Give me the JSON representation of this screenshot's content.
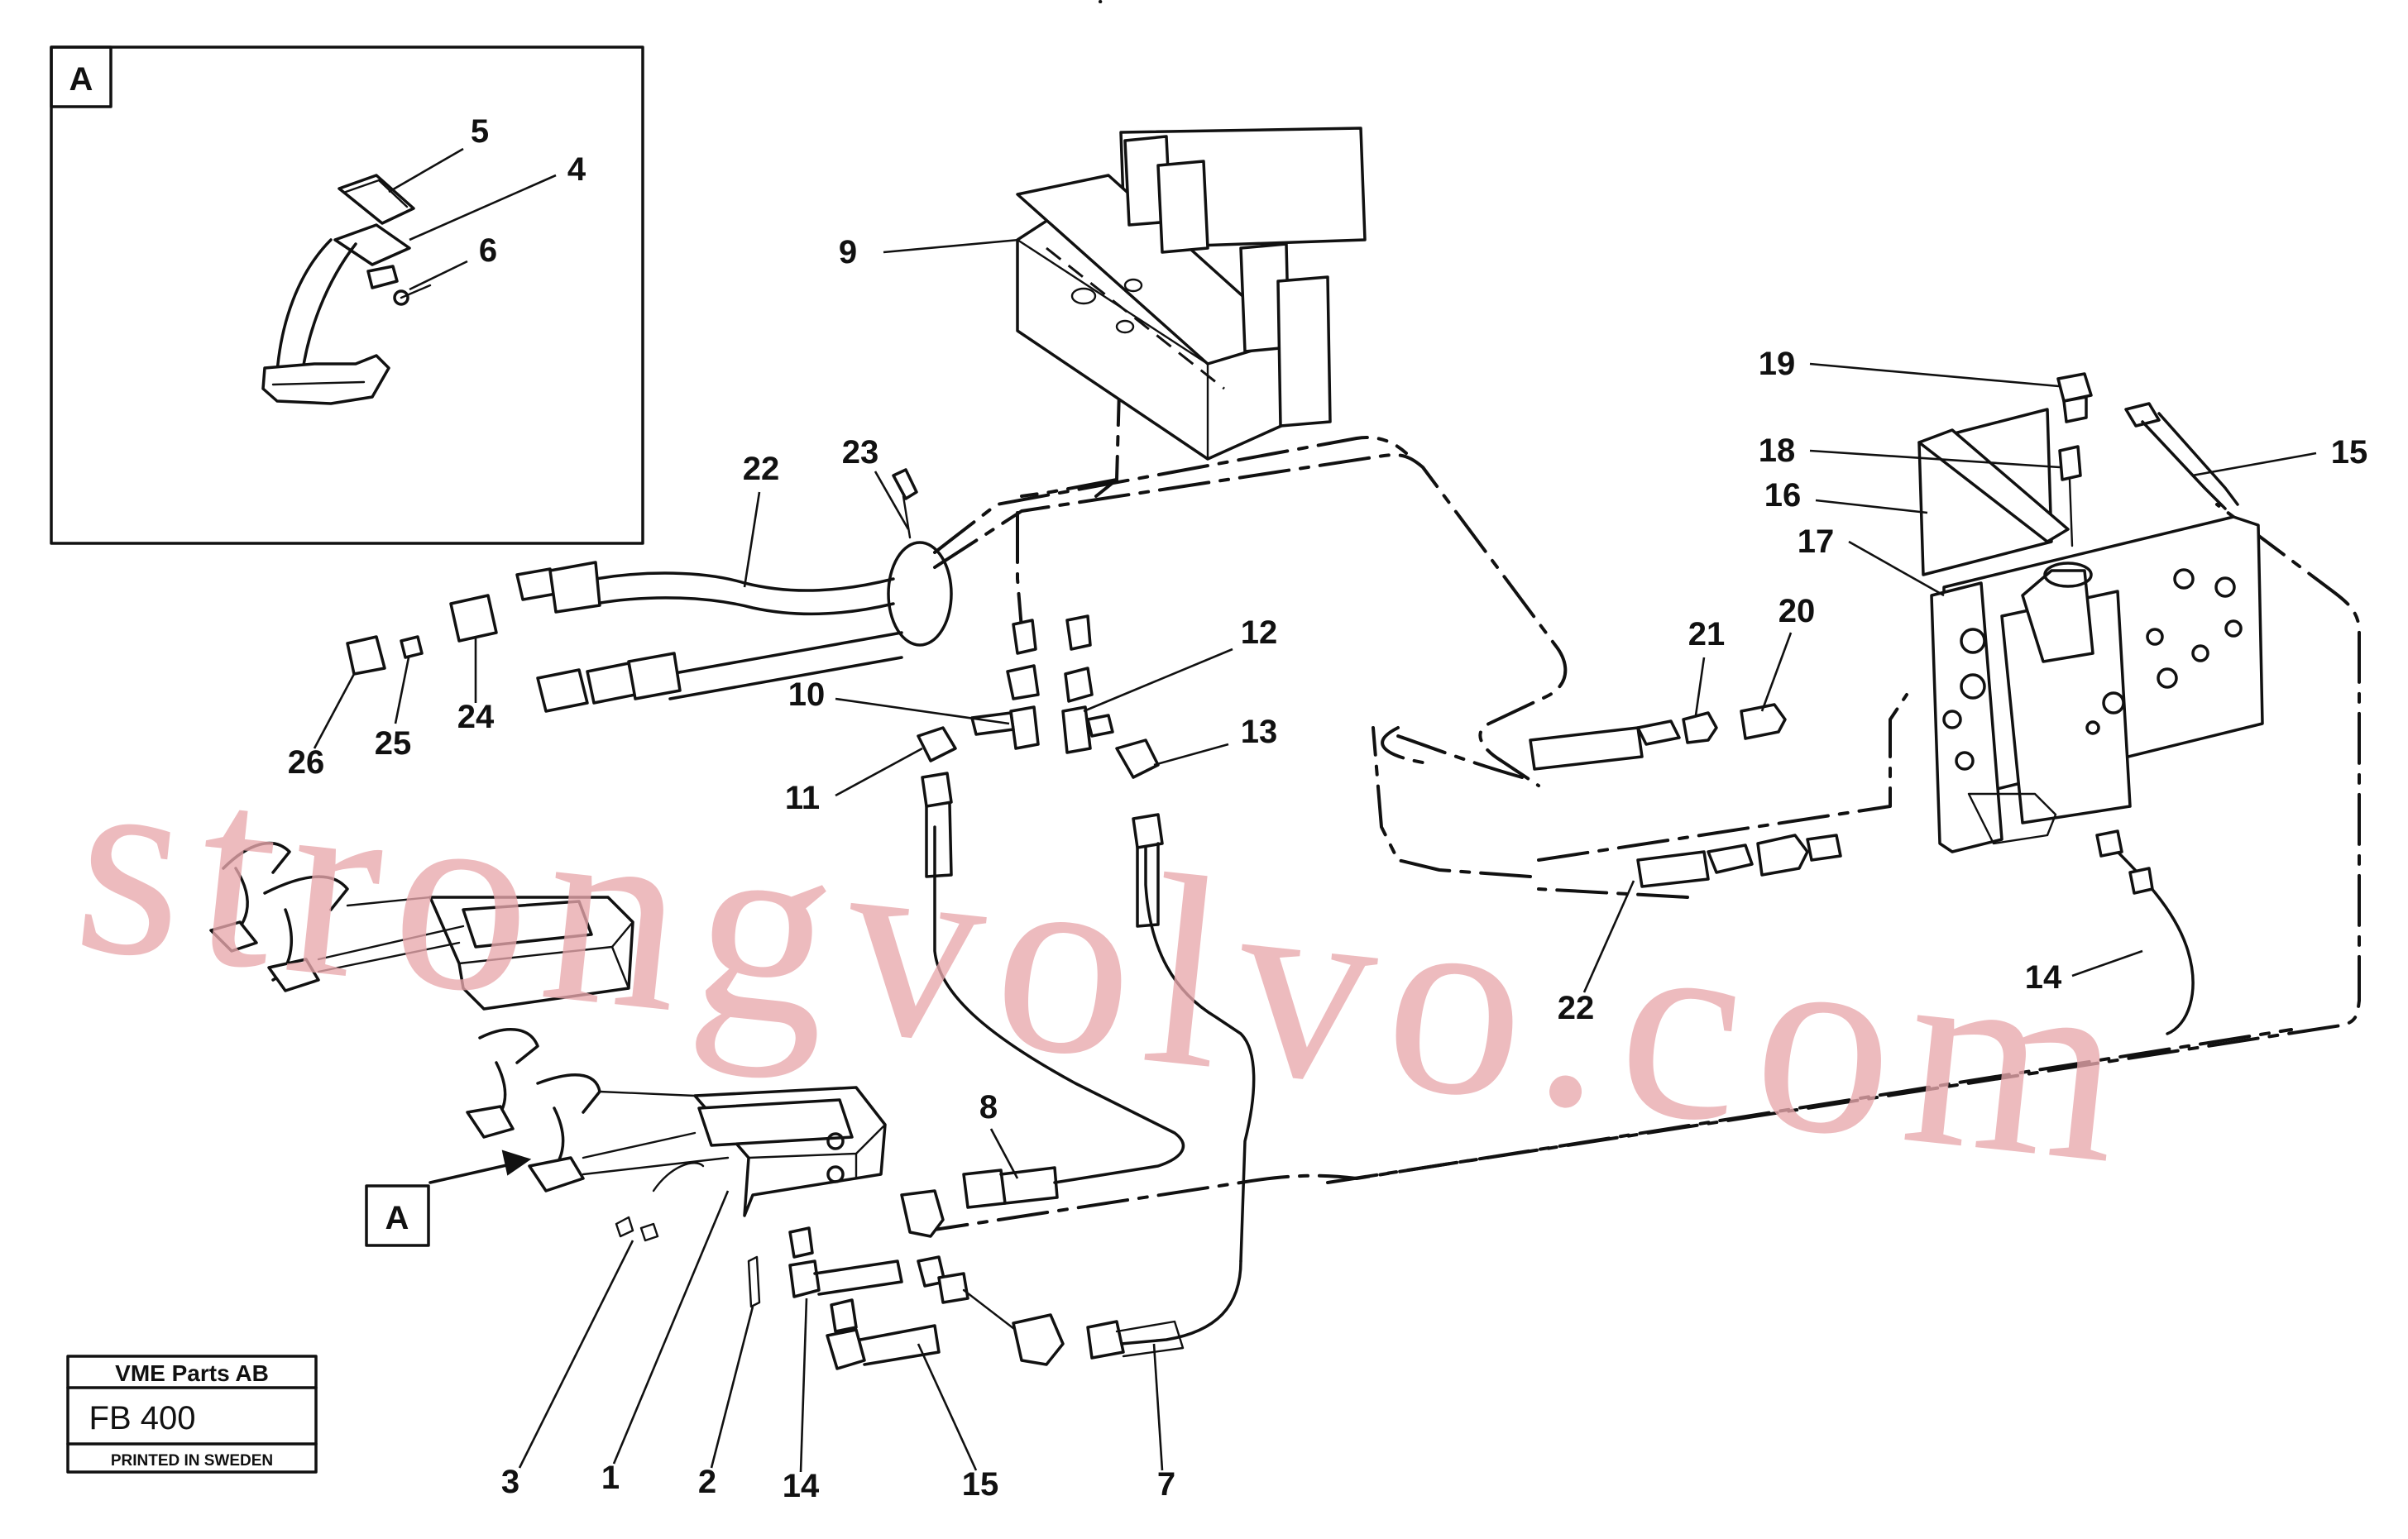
{
  "detail_view": {
    "label": "A",
    "callouts": [
      "5",
      "4",
      "6"
    ]
  },
  "view_marker": {
    "label": "A"
  },
  "callouts": {
    "c1": "1",
    "c2": "2",
    "c3": "3",
    "c4": "4",
    "c5": "5",
    "c6": "6",
    "c7": "7",
    "c8": "8",
    "c9": "9",
    "c10": "10",
    "c11": "11",
    "c12": "12",
    "c13": "13",
    "c14a": "14",
    "c14b": "14",
    "c15a": "15",
    "c15b": "15",
    "c16": "16",
    "c17": "17",
    "c18": "18",
    "c19": "19",
    "c20": "20",
    "c21": "21",
    "c22a": "22",
    "c22b": "22",
    "c23": "23",
    "c24": "24",
    "c25": "25",
    "c26": "26"
  },
  "title_block": {
    "company": "VME Parts AB",
    "drawing_number": "FB 400",
    "printed": "PRINTED IN SWEDEN"
  },
  "watermark": "strongvolvo.com"
}
